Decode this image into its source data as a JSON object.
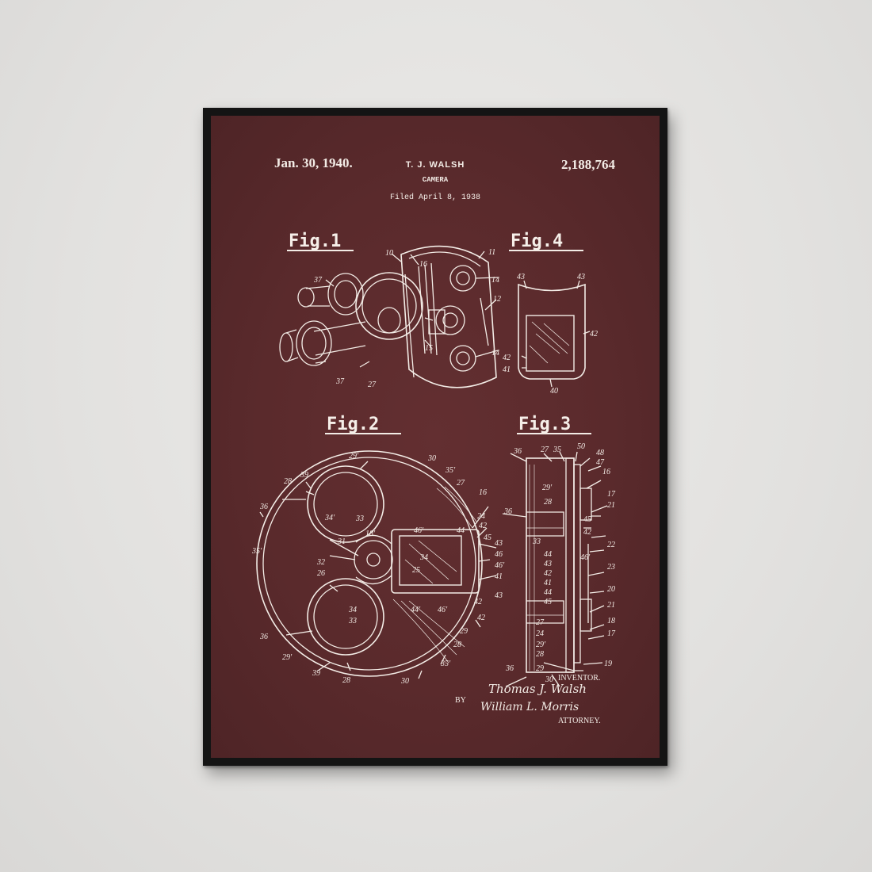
{
  "patent": {
    "date": "Jan. 30, 1940.",
    "inventor": "T. J. WALSH",
    "title": "CAMERA",
    "filed": "Filed April 8, 1938",
    "number": "2,188,764"
  },
  "figures": {
    "fig1": "Fig.1",
    "fig2": "Fig.2",
    "fig3": "Fig.3",
    "fig4": "Fig.4"
  },
  "signature": {
    "inventor_label": "INVENTOR.",
    "inventor_name": "Thomas J. Walsh",
    "by": "BY",
    "attorney_name": "William L. Morris",
    "attorney_label": "ATTORNEY."
  },
  "colors": {
    "wall": "#e4e3e1",
    "frame": "#141414",
    "poster": "#5a2a2c",
    "ink": "#f3ece6"
  }
}
